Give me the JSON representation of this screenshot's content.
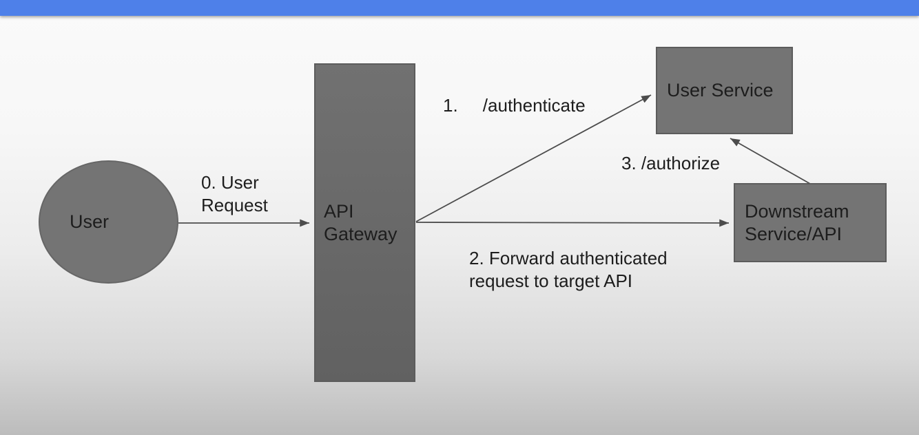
{
  "header": {
    "description": "blue title bar"
  },
  "colors": {
    "header_blue": "#4e80e9",
    "shape_fill": "#747474",
    "shape_border": "#5c5c5c",
    "arrow": "#4c4c4c",
    "text": "#1d1d1d",
    "bg_top": "#fafafa",
    "bg_bottom": "#bcbcbc"
  },
  "diagram": {
    "nodes": {
      "user": {
        "label": "User",
        "shape": "ellipse"
      },
      "api_gateway": {
        "label": "API\nGateway",
        "shape": "rect"
      },
      "user_service": {
        "label": "User Service",
        "shape": "rect"
      },
      "downstream": {
        "label": "Downstream\nService/API",
        "shape": "rect"
      }
    },
    "edges": {
      "user_request": {
        "label": "0. User\nRequest",
        "from": "user",
        "to": "api_gateway"
      },
      "authenticate": {
        "label": "1.     /authenticate",
        "from": "api_gateway",
        "to": "user_service"
      },
      "forward": {
        "label": "2. Forward authenticated\nrequest to target API",
        "from": "api_gateway",
        "to": "downstream"
      },
      "authorize": {
        "label": "3. /authorize",
        "from": "downstream",
        "to": "user_service"
      }
    }
  }
}
